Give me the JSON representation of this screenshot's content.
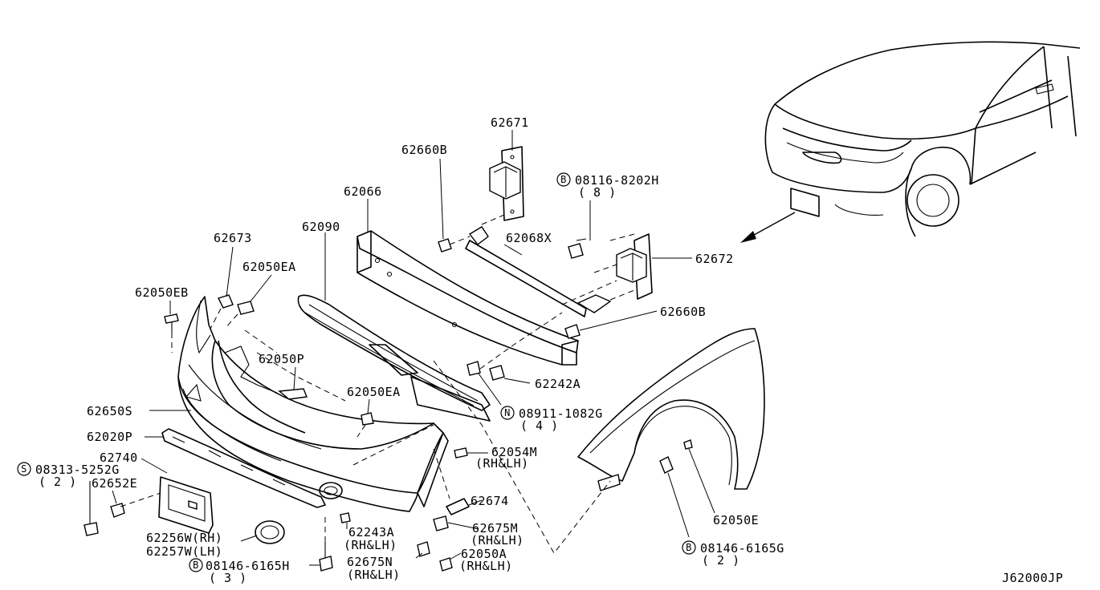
{
  "diagram_code": "J62000JP",
  "callouts": {
    "p62671": "62671",
    "p62660B_top": "62660B",
    "p62066": "62066",
    "p08116": "08116-8202H",
    "p08116_qty": "( 8 )",
    "p62068X": "62068X",
    "p62672": "62672",
    "p62673": "62673",
    "p62090": "62090",
    "p62050EA_top": "62050EA",
    "p62050EB": "62050EB",
    "p62660B_right": "62660B",
    "p62050P": "62050P",
    "p62242A": "62242A",
    "p62050EA_mid": "62050EA",
    "p62650S": "62650S",
    "p08911": "08911-1082G",
    "p08911_qty": "( 4 )",
    "p62020P": "62020P",
    "p62054M": "62054M",
    "p62054M_side": "(RH&LH)",
    "p62740": "62740",
    "p08313": "08313-5252G",
    "p08313_qty": "( 2 )",
    "p62652E": "62652E",
    "p62674": "62674",
    "p62675M": "62675M",
    "p62675M_side": "(RH&LH)",
    "p62256W": "62256W(RH)",
    "p62257W": "62257W(LH)",
    "p62243A": "62243A",
    "p62243A_side": "(RH&LH)",
    "p62050E": "62050E",
    "p62675N": "62675N",
    "p62675N_side": "(RH&LH)",
    "p62050A": "62050A",
    "p62050A_side": "(RH&LH)",
    "p08146_bottom": "08146-6165H",
    "p08146_bottom_qty": "( 3 )",
    "p08146_right": "08146-6165G",
    "p08146_right_qty": "( 2 )"
  },
  "markers": {
    "bolt": "B",
    "screw": "S",
    "nut": "N"
  }
}
